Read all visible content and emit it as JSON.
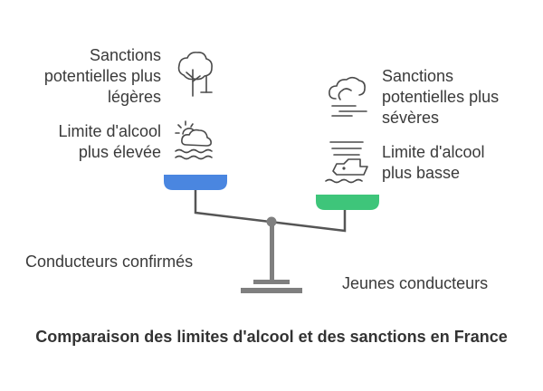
{
  "left": {
    "sanction_label": [
      "Sanctions",
      "potentielles plus",
      "légères"
    ],
    "limit_label": [
      "Limite d'alcool",
      "plus élevée"
    ],
    "group_label": "Conducteurs confirmés",
    "pan_color": "#4a86e0",
    "sanction_icon": "tree-icon",
    "limit_icon": "sun-waves-icon"
  },
  "right": {
    "sanction_label": [
      "Sanctions",
      "potentielles plus",
      "sévères"
    ],
    "limit_label": [
      "Limite d'alcool",
      "plus basse"
    ],
    "group_label": "Jeunes conducteurs",
    "pan_color": "#3ec57a",
    "sanction_icon": "storm-cloud-icon",
    "limit_icon": "boat-waves-icon"
  },
  "title": "Comparaison des limites d'alcool et des sanctions en France",
  "colors": {
    "scale": "#7f7f7f",
    "icon_stroke": "#4a4a4a"
  }
}
